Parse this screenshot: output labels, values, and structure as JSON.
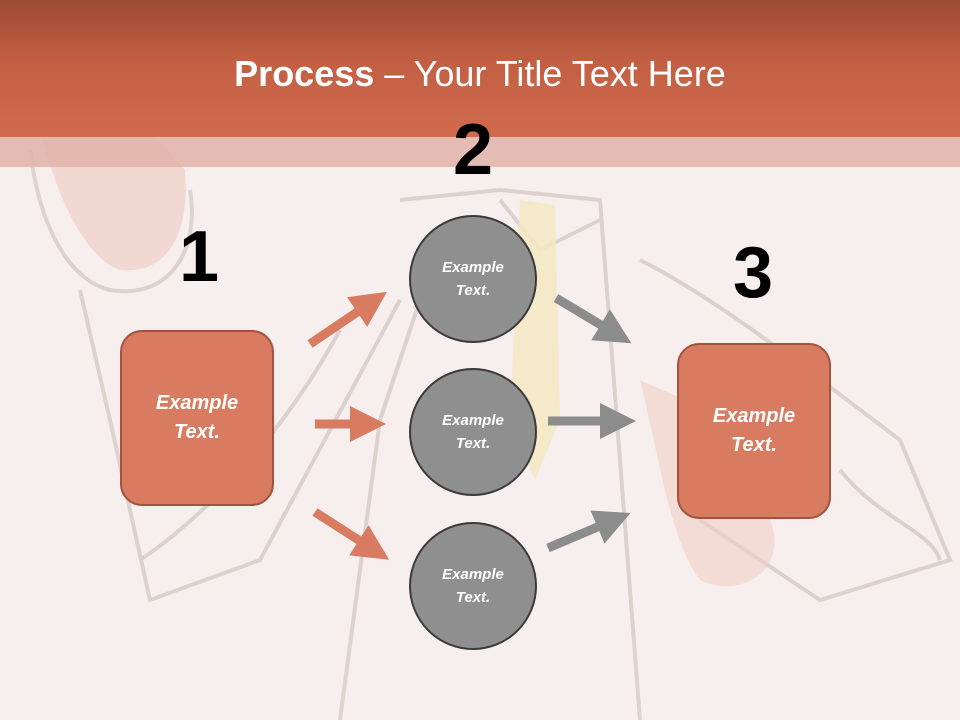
{
  "title": {
    "bold": "Process",
    "rest": " – Your Title Text Here"
  },
  "steps": [
    {
      "number": "1",
      "label": "Example Text."
    },
    {
      "number": "2",
      "items": [
        "Example Text.",
        "Example Text.",
        "Example Text."
      ]
    },
    {
      "number": "3",
      "label": "Example Text."
    }
  ],
  "colors": {
    "accent": "#d87b61",
    "title_bar": "#c25f43",
    "circle": "#8f8f8f",
    "arrow_in": "#d87b61",
    "arrow_out": "#8c8c8c"
  }
}
